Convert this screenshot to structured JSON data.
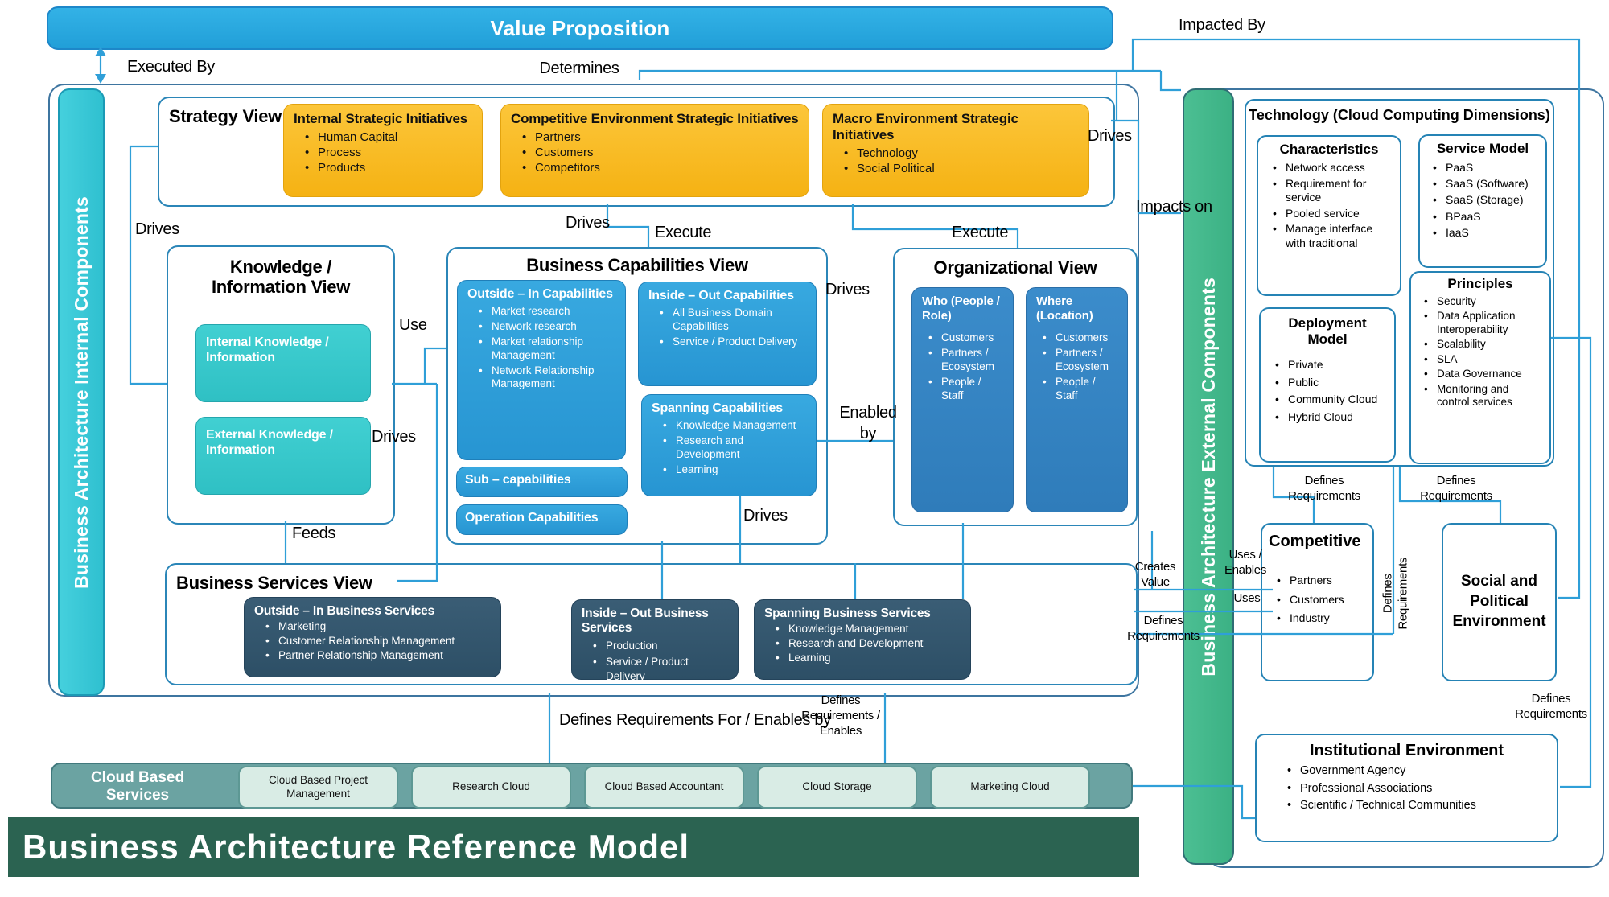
{
  "footer": {
    "title": "Business Architecture Reference Model"
  },
  "value_proposition": {
    "label": "Value Proposition"
  },
  "left_bar": {
    "label": "Business Architecture Internal Components"
  },
  "right_bar": {
    "label": "Business Architecture External Components"
  },
  "labels": {
    "executed_by": "Executed By",
    "determines": "Determines",
    "impacted_by": "Impacted By",
    "drives_left": "Drives",
    "drives_mid": "Drives",
    "drives_right_strategy": "Drives",
    "impacts_on": "Impacts on",
    "execute_left": "Execute",
    "execute_right": "Execute",
    "use": "Use",
    "drives_knowledge": "Drives",
    "feeds": "Feeds",
    "drives_cap_right": "Drives",
    "drives_cap_bottom": "Drives",
    "enabled_by": "Enabled by",
    "creates_value": "Creates Value",
    "defines_requirements_mid": "Defines Requirements",
    "uses_enables": "Uses / Enables",
    "uses": "Uses",
    "defines_req_for_enables_by": "Defines Requirements For / Enables by",
    "defines_req_enables": "Defines Requirements / Enables",
    "defines_req_competitive": "Defines Requirements",
    "defines_req_social": "Defines Requirements",
    "defines_req_vertical": "Defines Requirements",
    "defines_req_institutional": "Defines Requirements"
  },
  "strategy": {
    "title": "Strategy View",
    "boxes": [
      {
        "title": "Internal Strategic Initiatives",
        "items": [
          "Human Capital",
          "Process",
          "Products"
        ]
      },
      {
        "title": "Competitive Environment Strategic Initiatives",
        "items": [
          "Partners",
          "Customers",
          "Competitors"
        ]
      },
      {
        "title": "Macro Environment Strategic Initiatives",
        "items": [
          "Technology",
          "Social Political"
        ]
      }
    ]
  },
  "knowledge": {
    "title": "Knowledge / Information View",
    "boxes": [
      {
        "title": "Internal Knowledge / Information"
      },
      {
        "title": "External Knowledge / Information"
      }
    ]
  },
  "capabilities": {
    "title": "Business Capabilities View",
    "outside_in": {
      "title": "Outside – In Capabilities",
      "items": [
        "Market research",
        "Network research",
        "Market relationship Management",
        "Network Relationship Management"
      ]
    },
    "inside_out": {
      "title": "Inside – Out Capabilities",
      "items": [
        "All Business Domain Capabilities",
        "Service / Product Delivery"
      ]
    },
    "spanning": {
      "title": "Spanning Capabilities",
      "items": [
        "Knowledge Management",
        "Research and Development",
        "Learning"
      ]
    },
    "sub": "Sub – capabilities",
    "operation": "Operation Capabilities"
  },
  "organizational": {
    "title": "Organizational View",
    "boxes": [
      {
        "title": "Who (People / Role)",
        "items": [
          "Customers",
          "Partners / Ecosystem",
          "People / Staff"
        ]
      },
      {
        "title": "Where (Location)",
        "items": [
          "Customers",
          "Partners / Ecosystem",
          "People / Staff"
        ]
      }
    ]
  },
  "services": {
    "title": "Business Services View",
    "outside_in": {
      "title": "Outside – In Business Services",
      "items": [
        "Marketing",
        "Customer Relationship Management",
        "Partner Relationship Management"
      ]
    },
    "inside_out": {
      "title": "Inside – Out Business Services",
      "items": [
        "Production",
        "Service / Product Delivery"
      ]
    },
    "spanning": {
      "title": "Spanning Business Services",
      "items": [
        "Knowledge Management",
        "Research and Development",
        "Learning"
      ]
    }
  },
  "cloud": {
    "title": "Cloud Based Services",
    "items": [
      "Cloud Based Project Management",
      "Research Cloud",
      "Cloud Based Accountant",
      "Cloud Storage",
      "Marketing Cloud"
    ]
  },
  "technology": {
    "title": "Technology (Cloud Computing Dimensions)",
    "characteristics": {
      "title": "Characteristics",
      "items": [
        "Network access",
        "Requirement for service",
        "Pooled service",
        "Manage interface with traditional"
      ]
    },
    "service_model": {
      "title": "Service Model",
      "items": [
        "PaaS",
        "SaaS (Software)",
        "SaaS (Storage)",
        "BPaaS",
        "IaaS"
      ]
    },
    "deployment": {
      "title": "Deployment Model",
      "items": [
        "Private",
        "Public",
        "Community Cloud",
        "Hybrid Cloud"
      ]
    },
    "principles": {
      "title": "Principles",
      "items": [
        "Security",
        "Data Application Interoperability",
        "Scalability",
        "SLA",
        "Data Governance",
        "Monitoring and control services"
      ]
    }
  },
  "competitive": {
    "title": "Competitive",
    "items": [
      "Partners",
      "Customers",
      "Industry"
    ]
  },
  "social": {
    "title": "Social and Political Environment"
  },
  "institutional": {
    "title": "Institutional Environment",
    "items": [
      "Government Agency",
      "Professional Associations",
      "Scientific / Technical Communities"
    ]
  },
  "colors": {
    "connector": "#2f9fd8",
    "value_proposition": "#29aadf",
    "internal_bar": "#38c7d6",
    "external_bar": "#43b78a",
    "strategy_orange": "#f7b718",
    "capability_blue": "#2e9fdc",
    "organization_blue": "#2f83c5",
    "knowledge_teal": "#35c7c9",
    "services_dark": "#30536c",
    "cloud_band": "#6ba3a2",
    "cloud_item": "#d9ece5",
    "footer_green": "#2b6351"
  }
}
